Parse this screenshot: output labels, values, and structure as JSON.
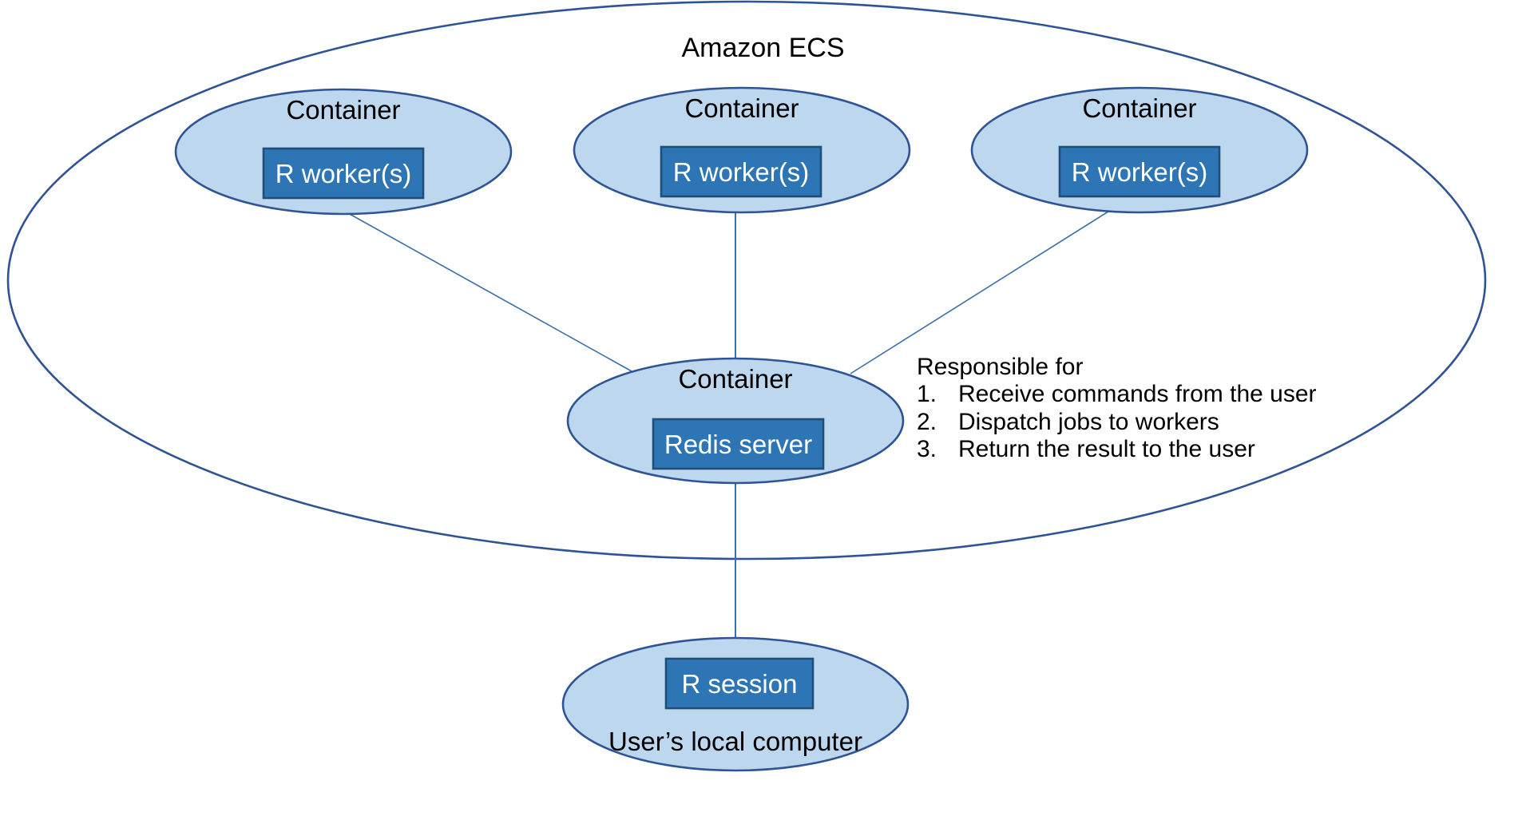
{
  "diagram": {
    "title": "Amazon ECS",
    "colors": {
      "outer_border": "#2F5496",
      "ellipse_fill": "#BDD7EE",
      "ellipse_border": "#2F5496",
      "box_fill": "#2E75B6",
      "box_border": "#1F4E79",
      "box_text": "#FFFFFF",
      "connector": "#3B6FA8",
      "text": "#000000",
      "background": "#FFFFFF"
    },
    "nodes": [
      {
        "id": "worker-1",
        "caption": "Container",
        "box_label": "R worker(s)"
      },
      {
        "id": "worker-2",
        "caption": "Container",
        "box_label": "R worker(s)"
      },
      {
        "id": "worker-3",
        "caption": "Container",
        "box_label": "R worker(s)"
      },
      {
        "id": "redis",
        "caption": "Container",
        "box_label": "Redis server"
      },
      {
        "id": "session",
        "caption": "User’s local computer",
        "box_label": "R session"
      }
    ],
    "annotation": {
      "heading": "Responsible for",
      "items": [
        {
          "number": "1.",
          "text": "Receive commands from the user"
        },
        {
          "number": "2.",
          "text": "Dispatch jobs to workers"
        },
        {
          "number": "3.",
          "text": "Return the result to the user"
        }
      ]
    }
  }
}
